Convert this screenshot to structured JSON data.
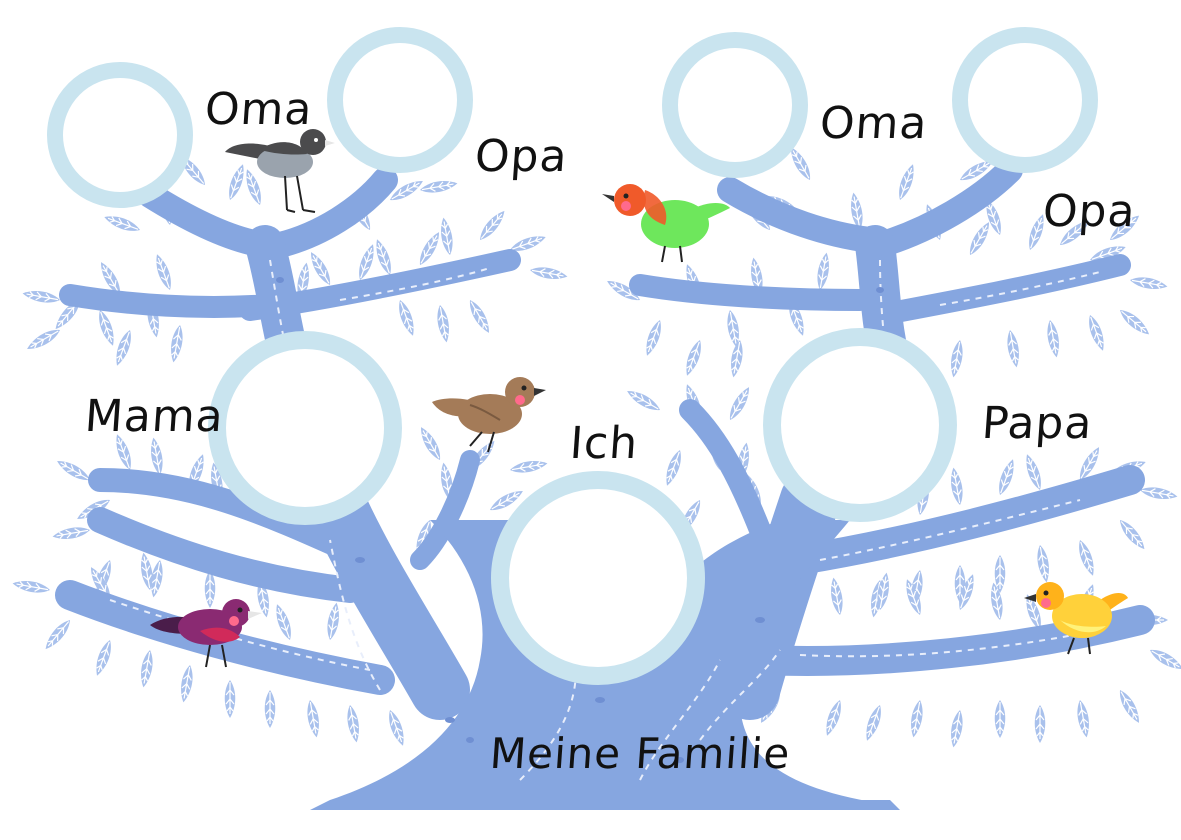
{
  "labels": {
    "oma_left": "Oma",
    "opa_left": "Opa",
    "oma_right": "Oma",
    "opa_right": "Opa",
    "mama": "Mama",
    "papa": "Papa",
    "ich": "Ich",
    "title": "Meine Familie"
  },
  "colors": {
    "tree": "#86a6e0",
    "tree_dark": "#6f8fd2",
    "tree_line": "#e8eefb",
    "leaf": "#a9c1ec",
    "leaf_vein": "#ffffff",
    "frame": "#c9e4ef",
    "background": "#ffffff",
    "bird_grey": "#4b4b4d",
    "bird_green": "#6ee75c",
    "bird_brown": "#a47b58",
    "bird_purple": "#8a2a72",
    "bird_yellow": "#ffd13a"
  },
  "icons": [
    "photo-frame-icon",
    "bird-icon",
    "leaf-icon"
  ]
}
